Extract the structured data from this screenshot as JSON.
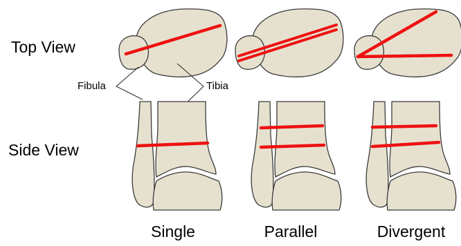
{
  "row_labels": {
    "top": "Top View",
    "side": "Side View"
  },
  "bone_labels": {
    "fibula": "Fibula",
    "tibia": "Tibia"
  },
  "column_labels": {
    "single": "Single",
    "parallel": "Parallel",
    "divergent": "Divergent"
  },
  "colors": {
    "bone_fill": "#e6e1cf",
    "bone_outline": "#3a3a3a",
    "screw_line": "#ee1111",
    "background": "#ffffff"
  }
}
